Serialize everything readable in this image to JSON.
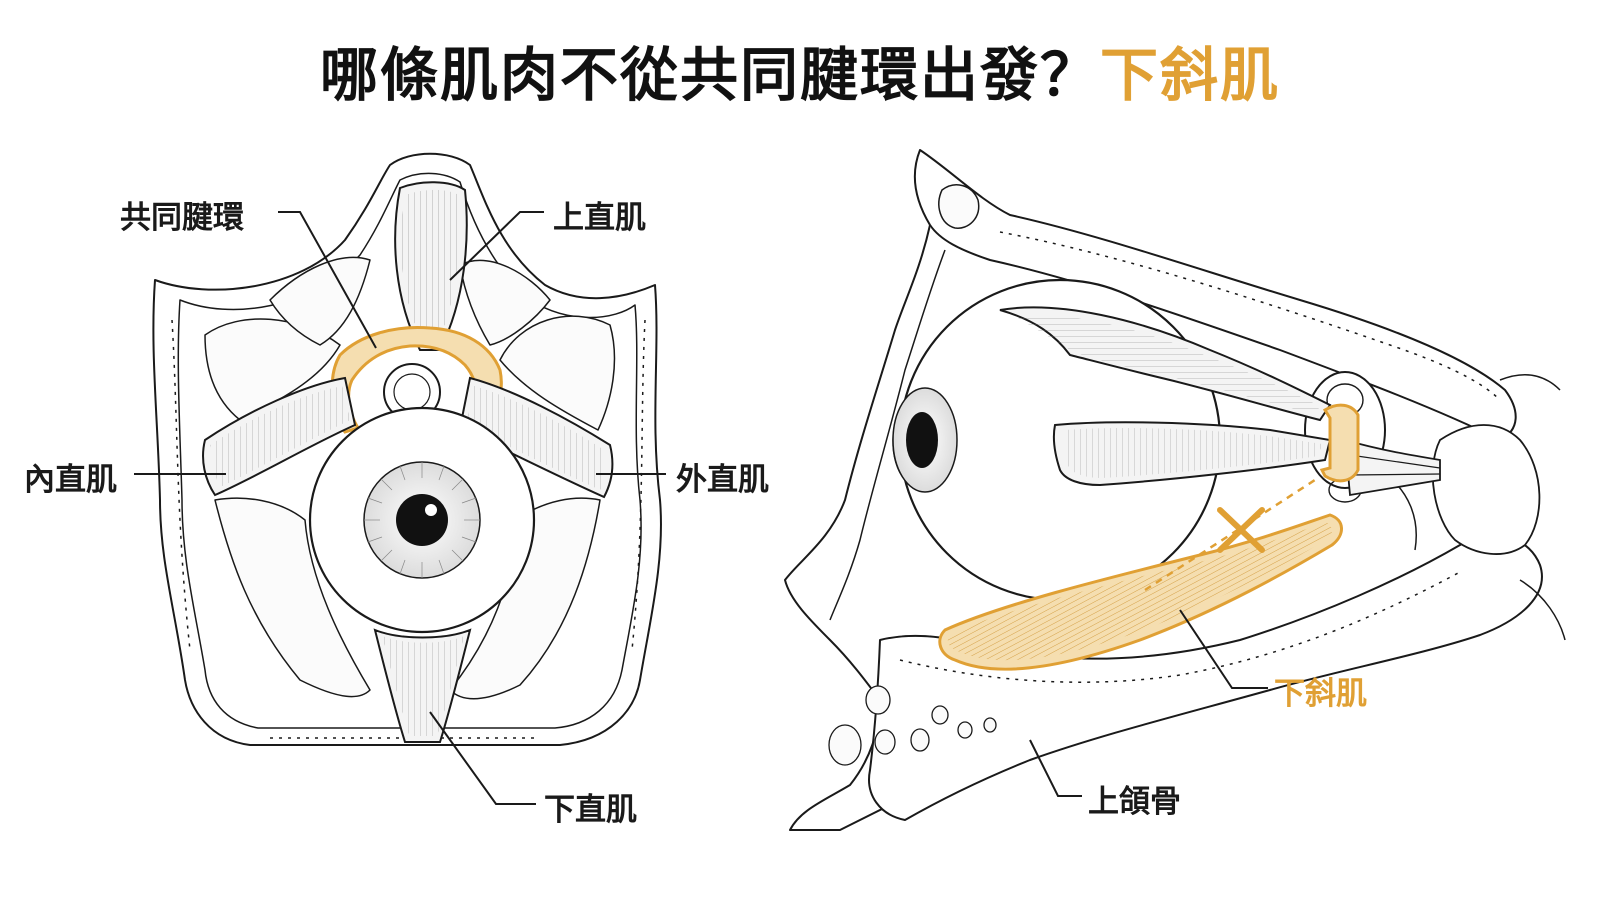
{
  "title": {
    "question": "哪條肌肉不從共同腱環出發？",
    "answer": "下斜肌"
  },
  "front_view": {
    "labels": {
      "common_tendinous_ring": "共同腱環",
      "superior_rectus": "上直肌",
      "medial_rectus": "內直肌",
      "lateral_rectus": "外直肌",
      "inferior_rectus": "下直肌"
    }
  },
  "side_view": {
    "labels": {
      "inferior_oblique": "下斜肌",
      "maxilla": "上頜骨"
    }
  },
  "colors": {
    "accent": "#e0a034",
    "line": "#1a1a1a",
    "muscle_fill": "#f6f6f6",
    "bone_fill": "#ffffff",
    "highlight_fill": "#f5deb0"
  }
}
